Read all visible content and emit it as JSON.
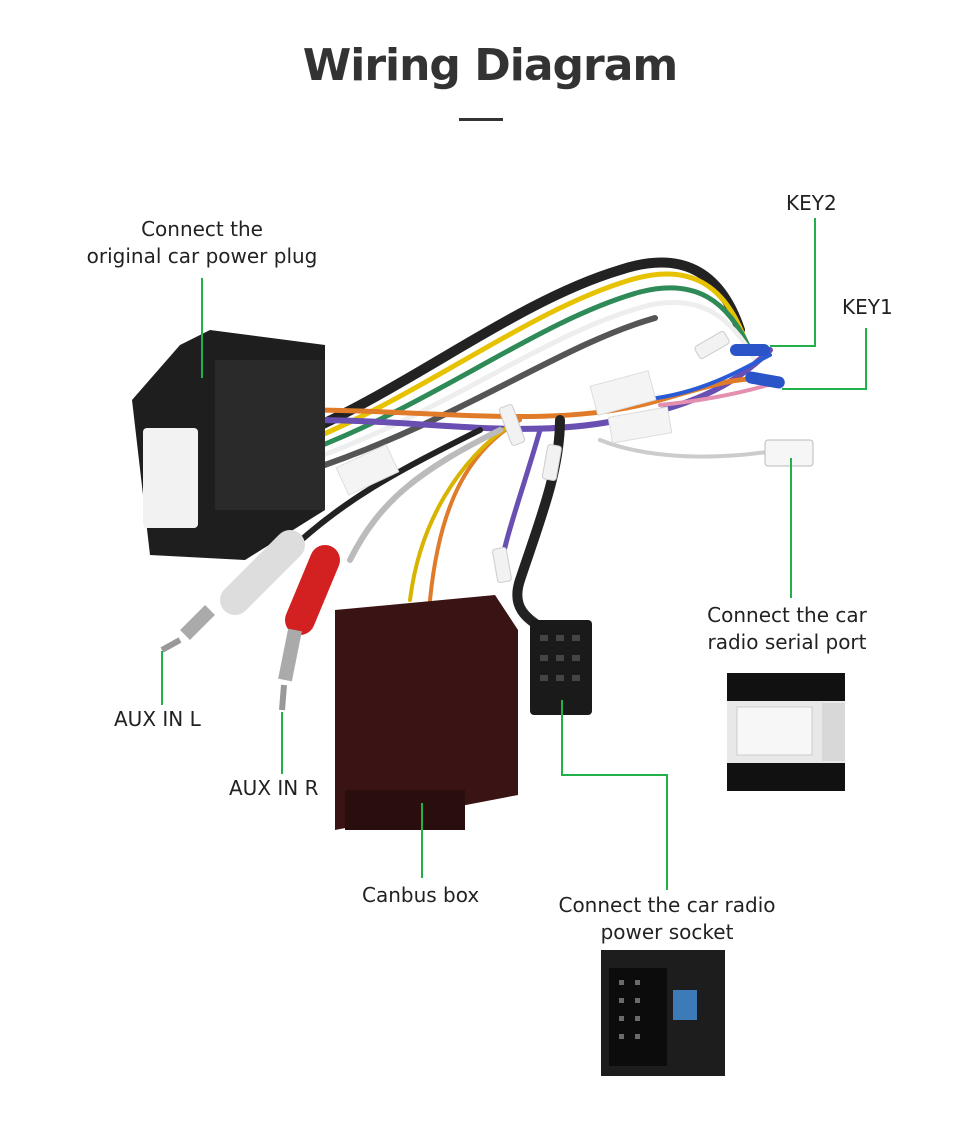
{
  "title": "Wiring Diagram",
  "labels": {
    "key2": "KEY2",
    "key1": "KEY1",
    "power_plug_line1": "Connect the",
    "power_plug_line2": "original car power plug",
    "serial_line1": "Connect the car",
    "serial_line2": "radio  serial port",
    "aux_l": "AUX IN L",
    "aux_r": "AUX IN R",
    "canbus": "Canbus box",
    "power_socket_line1": "Connect the car radio",
    "power_socket_line2": "power socket"
  },
  "colors": {
    "leader_line": "#22b04b",
    "title": "#333333"
  }
}
